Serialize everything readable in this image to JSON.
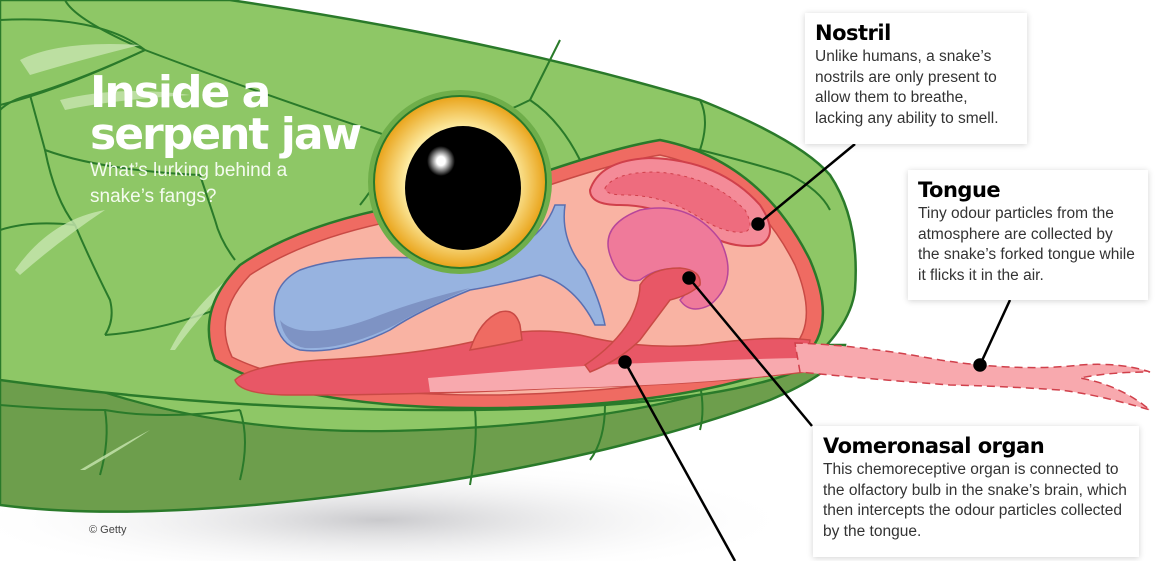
{
  "title": {
    "main_line1": "Inside a",
    "main_line2": "serpent jaw",
    "subtitle": "What’s lurking behind a snake’s fangs?"
  },
  "callouts": {
    "nostril": {
      "heading": "Nostril",
      "body": "Unlike humans, a snake’s nostrils are only present to allow them to breathe, lacking any ability to smell."
    },
    "tongue": {
      "heading": "Tongue",
      "body": "Tiny odour particles from the atmosphere are collected by the snake’s forked tongue while it flicks it in the air."
    },
    "vomeronasal": {
      "heading": "Vomeronasal organ",
      "body": "This chemoreceptive organ is connected to the olfactory bulb in the snake’s brain, which then intercepts the odour particles collected by the tongue."
    }
  },
  "credit": "© Getty",
  "colors": {
    "scale_green": "#8ec766",
    "scale_dark_green": "#6d9e4c",
    "scale_outline": "#2a7a2a",
    "mouth_pink": "#f9b3a3",
    "mouth_red": "#ef6b62",
    "organ_pink": "#ef7a9a",
    "gland_blue": "#97b3e0",
    "eye_yellow": "#f0b42a",
    "tongue_pink": "#f8a9ae"
  }
}
